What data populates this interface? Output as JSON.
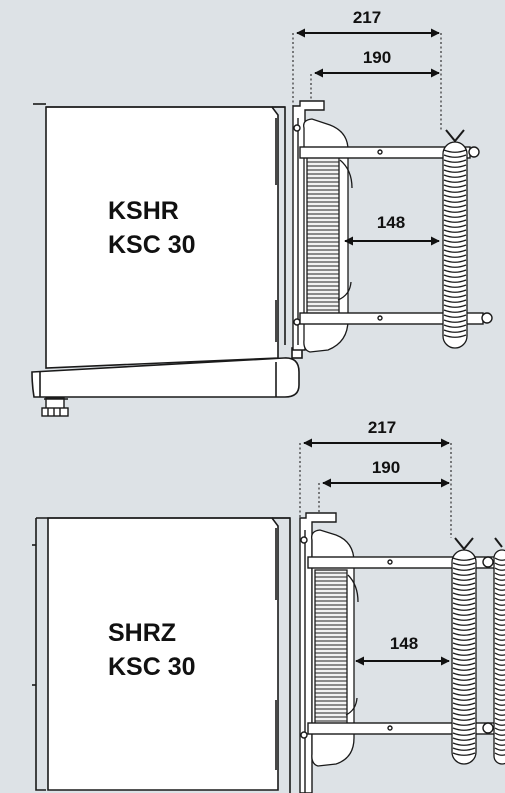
{
  "colors": {
    "background": "#dde2e6",
    "body_fill": "#ffffff",
    "line": "#1a1a1a",
    "dashed": "#333333"
  },
  "diagrams": [
    {
      "model_line1": "KSHR",
      "model_line2": "KSC 30",
      "dimensions": [
        "217",
        "190",
        "148"
      ]
    },
    {
      "model_line1": "SHRZ",
      "model_line2": "KSC 30",
      "dimensions": [
        "217",
        "190",
        "148"
      ]
    }
  ]
}
